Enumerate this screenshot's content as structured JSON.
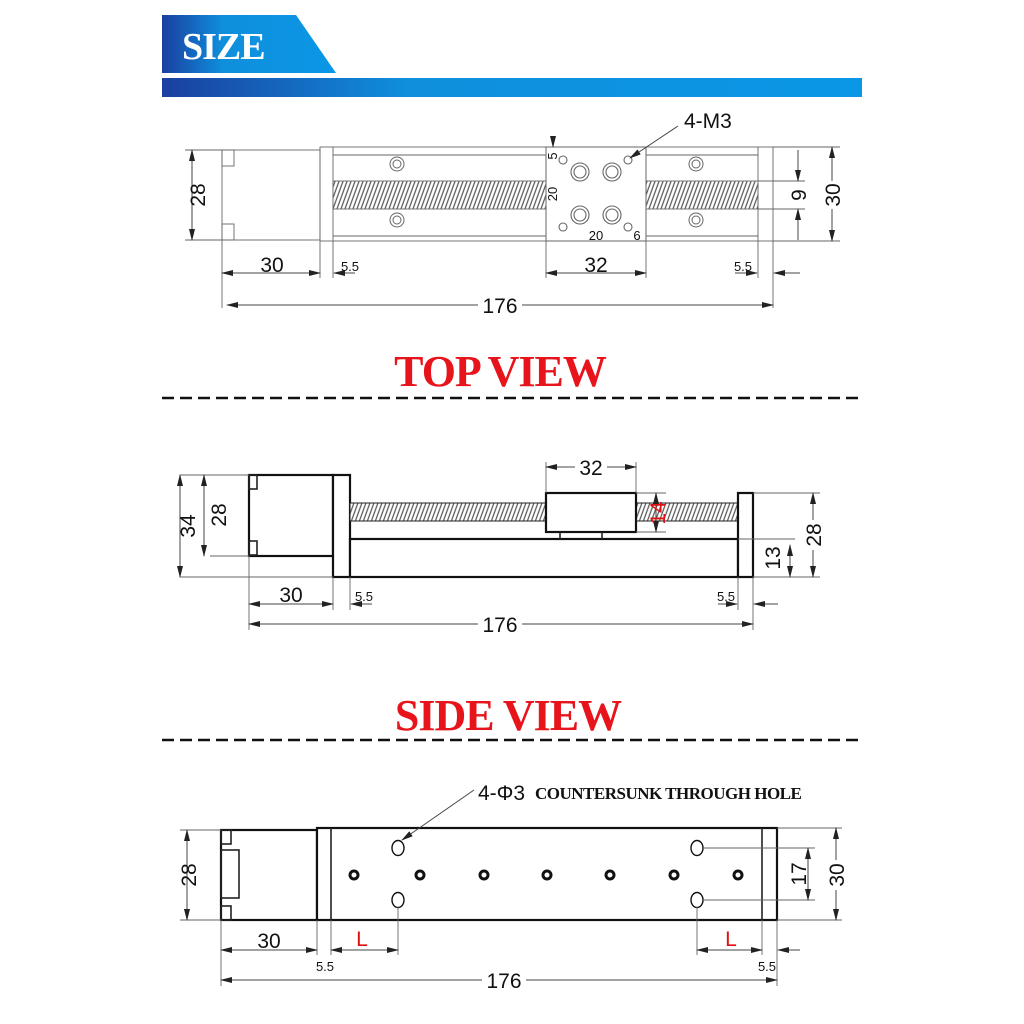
{
  "header": {
    "title": "SIZE",
    "accent_color": "#0f8fdc",
    "accent_dark": "#1a3fa0"
  },
  "top_view": {
    "title": "TOP VIEW",
    "callout": "4-M3",
    "dims": {
      "motor_height": "28",
      "motor_length": "30",
      "end_plate_left": "5.5",
      "carriage_width": "32",
      "end_plate_right": "5.5",
      "total_length": "176",
      "screw_width": "9",
      "total_width": "30",
      "hole_offset": "5",
      "hole_spacing_v": "20",
      "hole_spacing_h": "20",
      "hole_edge": "6"
    }
  },
  "side_view": {
    "title": "SIDE VIEW",
    "dims": {
      "total_height": "34",
      "motor_height": "28",
      "carriage_width": "32",
      "carriage_height": "14",
      "plate_height": "28",
      "rail_height": "13",
      "motor_length": "30",
      "end_plate_left": "5.5",
      "end_plate_right": "5.5",
      "total_length": "176"
    }
  },
  "bottom_view": {
    "callout_prefix": "4-Φ3",
    "callout_text": "COUNTERSUNK THROUGH HOLE",
    "dims": {
      "motor_height": "28",
      "total_width": "30",
      "hole_spacing": "17",
      "motor_length": "30",
      "offset_left": "L",
      "offset_right": "L",
      "end_plate_left": "5.5",
      "end_plate_right": "5.5",
      "total_length": "176"
    }
  },
  "colors": {
    "title_red": "#e8141b",
    "annotation_red": "#e01010"
  }
}
